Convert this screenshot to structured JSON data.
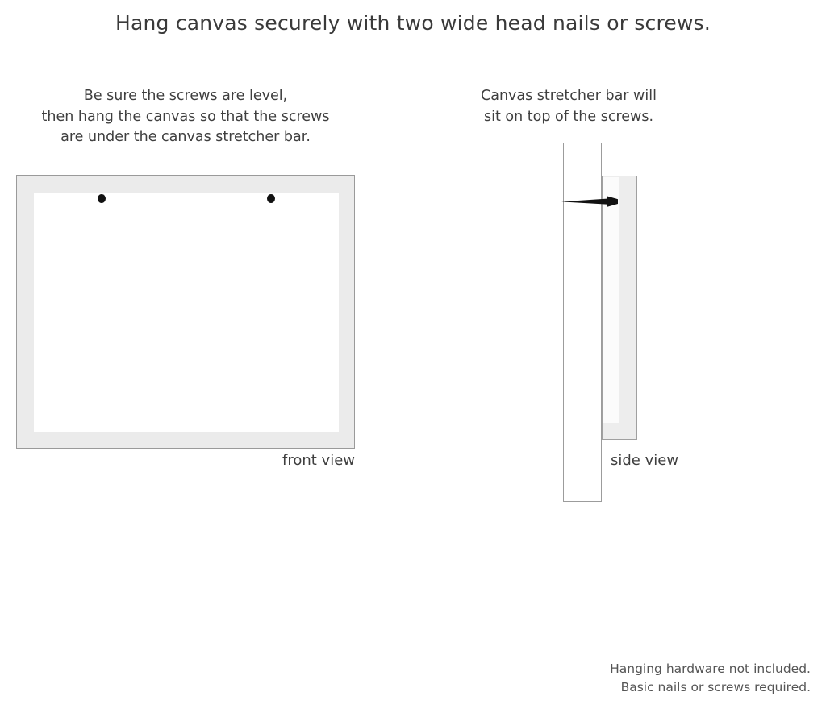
{
  "headline": "Hang canvas securely with two wide head nails or screws.",
  "captions": {
    "left": {
      "line1": "Be sure the screws are level,",
      "line2": "then hang the canvas so that the screws",
      "line3": "are under the canvas stretcher bar."
    },
    "right": {
      "line1": "Canvas stretcher bar will",
      "line2": "sit on top of the screws."
    }
  },
  "diagrams": {
    "front": {
      "label": "front view",
      "frame_color": "#ebebeb",
      "frame_border_color": "#9a9a9a",
      "inner_color": "#ffffff",
      "screw_color": "#111111",
      "screw_count": 2
    },
    "side": {
      "label": "side view",
      "wall_color": "#ffffff",
      "wall_border_color": "#9c9c9c",
      "bar_color": "#ededed",
      "bar_border_color": "#a0a0a0",
      "screw_color": "#111111"
    }
  },
  "footer": {
    "line1": "Hanging hardware not included.",
    "line2": "Basic nails or screws required."
  }
}
